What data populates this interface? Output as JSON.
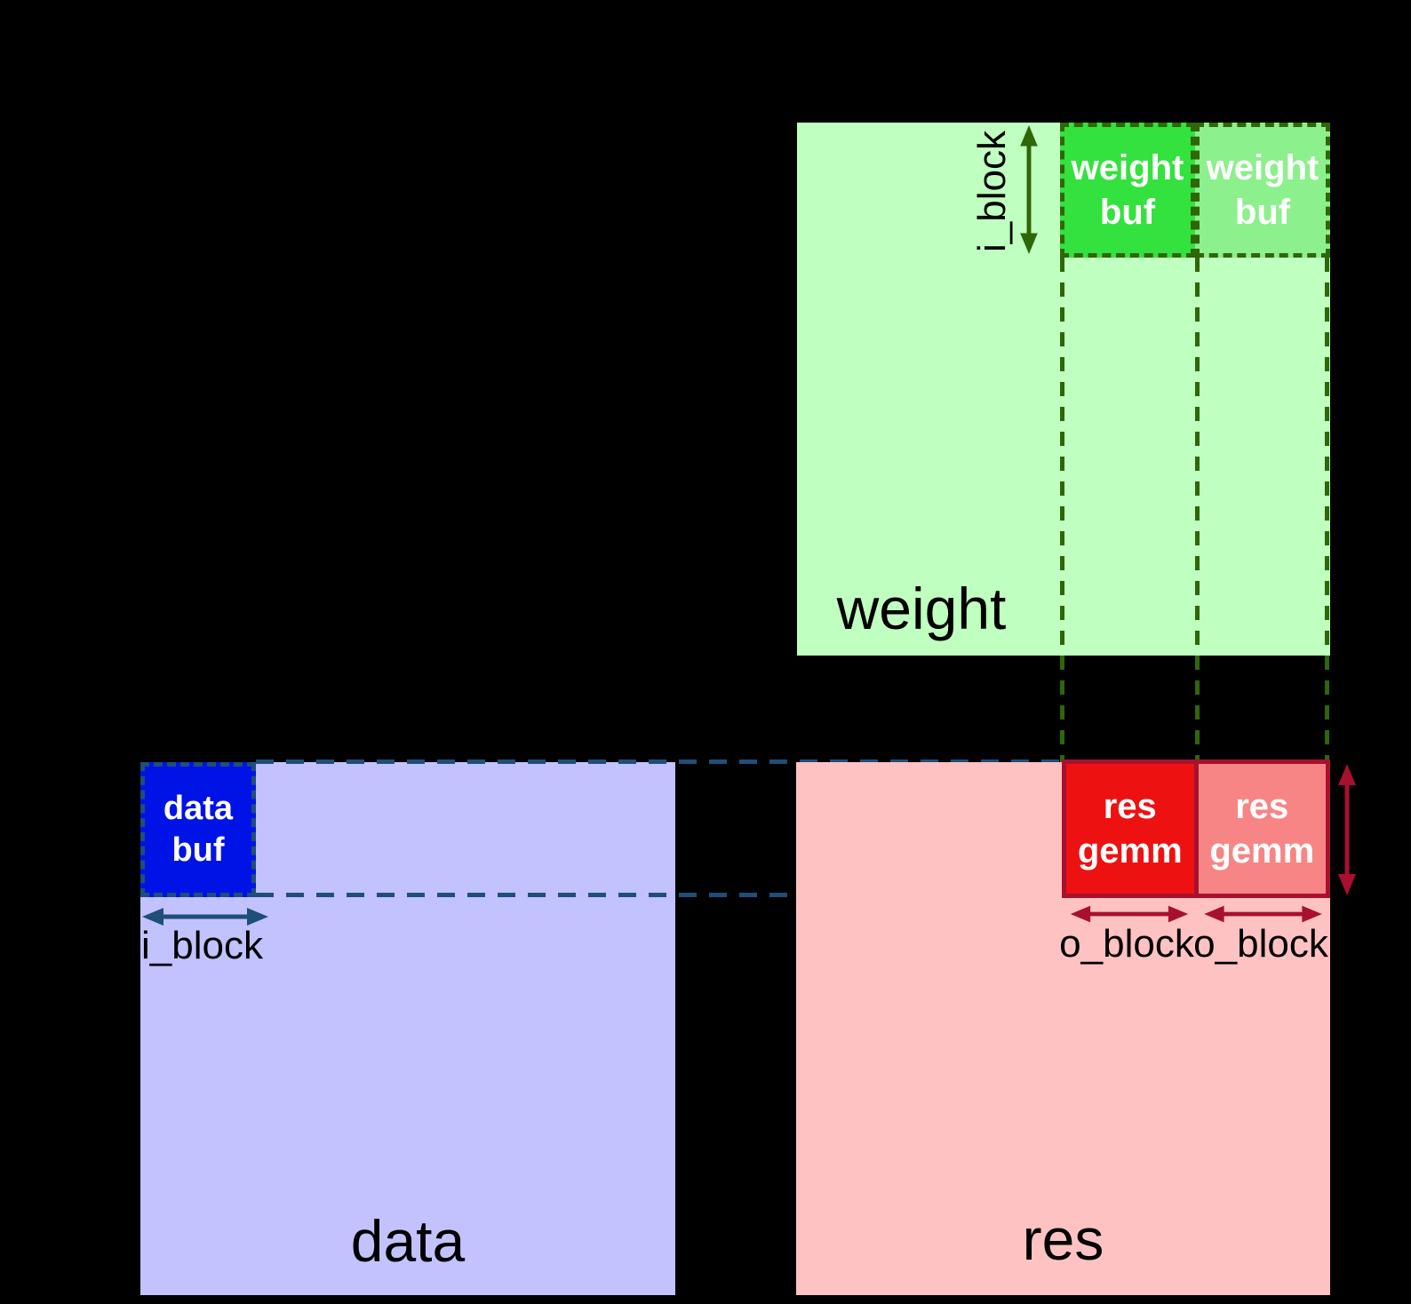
{
  "colors": {
    "background": "#000000",
    "weight_fill": "#bfffbf",
    "weight_buf1_fill": "#33e23e",
    "weight_buf2_fill": "#8cf08c",
    "green_dash": "#2f6608",
    "data_fill": "#c2c2ff",
    "data_buf_fill": "#0013e6",
    "blue_dash": "#1f4e79",
    "res_fill": "#ffc2c2",
    "res_gemm1_fill": "#ee1111",
    "res_gemm2_fill": "#f78585",
    "red_accent": "#a8112e",
    "label_text": "#000000",
    "buf_text": "#ffffff"
  },
  "matrices": {
    "weight": {
      "label": "weight",
      "buf1_label": "weight buf",
      "buf2_label": "weight buf",
      "i_block_label": "i_block"
    },
    "data": {
      "label": "data",
      "buf_label": "data buf",
      "i_block_label": "i_block"
    },
    "res": {
      "label": "res",
      "gemm1_label": "res gemm",
      "gemm2_label": "res gemm",
      "o_block_label_1": "o_block",
      "o_block_label_2": "o_block"
    }
  }
}
